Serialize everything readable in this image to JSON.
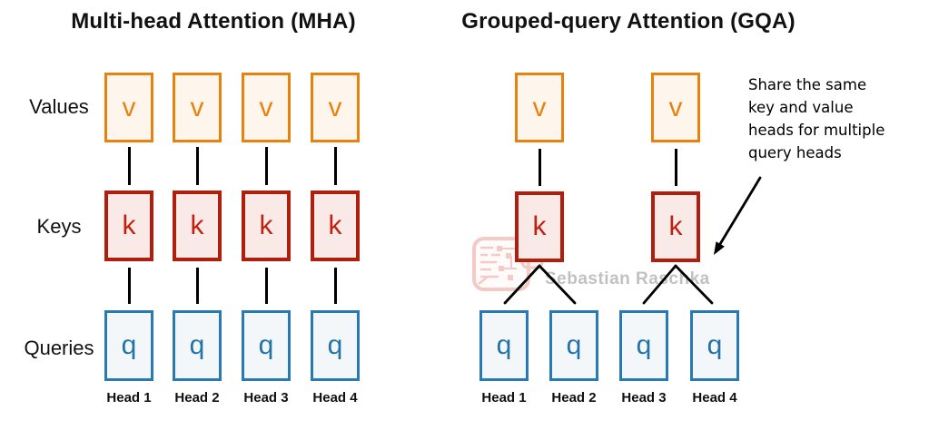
{
  "titles": {
    "mha": "Multi-head Attention (MHA)",
    "gqa": "Grouped-query Attention (GQA)"
  },
  "row_labels": {
    "values": "Values",
    "keys": "Keys",
    "queries": "Queries"
  },
  "letters": {
    "value": "v",
    "key": "k",
    "query": "q"
  },
  "mha": {
    "head_labels": [
      "Head 1",
      "Head 2",
      "Head 3",
      "Head 4"
    ]
  },
  "gqa": {
    "head_labels": [
      "Head 1",
      "Head 2",
      "Head 3",
      "Head 4"
    ],
    "annotation_lines": [
      "Share the same",
      "key and value",
      "heads for multiple",
      "query heads"
    ],
    "kv_groups": [
      {
        "kv_column": 1,
        "query_heads": [
          "Head 1",
          "Head 2"
        ]
      },
      {
        "kv_column": 2,
        "query_heads": [
          "Head 3",
          "Head 4"
        ]
      }
    ]
  },
  "watermark": {
    "text": "Sebastian Raschka"
  },
  "colors": {
    "value_border": "#E8820E",
    "value_fill": "#FEF6EC",
    "key_border": "#B01F0E",
    "key_letter": "#C2200E",
    "key_fill": "#FAEAE7",
    "query_border": "#2979B5",
    "query_letter": "#2173A8",
    "query_fill": "#F3F7FA",
    "connector": "#000000",
    "title_text": "#111111",
    "watermark_text": "#B2B2B2",
    "stamp": "#E0776B"
  }
}
